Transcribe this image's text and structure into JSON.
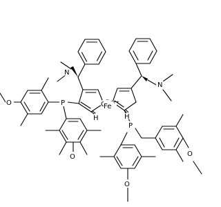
{
  "molecule": {
    "atom_labels": {
      "n_left": "N",
      "n_right": "N",
      "p_left": "P",
      "p_right": "P",
      "o_top_left": "O",
      "o_bottom_left": "O",
      "o_right_upper": "O",
      "o_right_lower": "O",
      "h_left": "H",
      "h_right": "H",
      "c_left": "C",
      "c_right": "C",
      "fe": "Fe"
    },
    "charges": {
      "c_left": "−",
      "c_right": "−",
      "fe": "++"
    },
    "colors": {
      "bond": "#000000",
      "background": "#ffffff"
    }
  }
}
